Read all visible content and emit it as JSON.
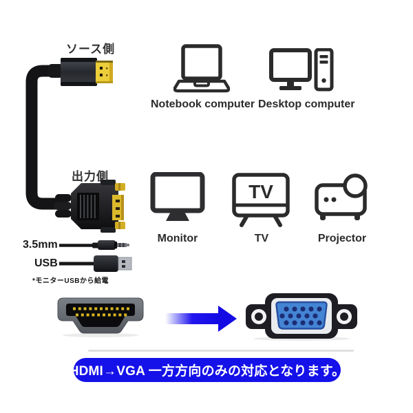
{
  "cable": {
    "source_side_label": "ソース側",
    "output_side_label": "出力側"
  },
  "source_devices": [
    {
      "label": "Notebook computer"
    },
    {
      "label": "Desktop computer"
    }
  ],
  "output_devices": [
    {
      "label": "Monitor"
    },
    {
      "label": "TV"
    },
    {
      "label": "Projector"
    }
  ],
  "tv_screen_text": "TV",
  "accessories": {
    "audio_label": "3.5mm",
    "usb_label": "USB",
    "note": "*モニターUSBから給電"
  },
  "banner": {
    "text": "HDMI→VGA 一方方向のみの対応となります。"
  },
  "colors": {
    "accent_blue": "#1511e9",
    "vga_face_blue": "#4484d4",
    "vga_hole_blue": "#1b2d74",
    "connector_gold": "#eccd3a",
    "icon_color": "#2b2b2b",
    "cable_black": "#141416",
    "hdmi_shell_gray": "#6d727a"
  }
}
